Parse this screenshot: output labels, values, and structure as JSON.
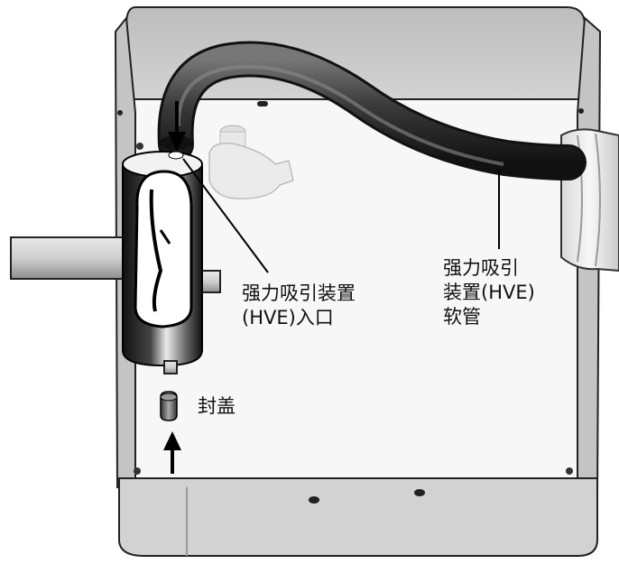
{
  "labels": {
    "hve_inlet": [
      "强力吸引装置",
      "(HVE)入口"
    ],
    "hve_hose": [
      "强力吸引",
      "装置(HVE)",
      "软管"
    ],
    "cap": "封盖"
  },
  "colors": {
    "tray_wall": "#c8c8c8",
    "tray_floor": "#f6f6f6",
    "hose": "#3c3c3c",
    "outline": "#222222"
  },
  "icons": {
    "arrow_down": "down-arrow-icon",
    "arrow_up": "up-arrow-icon"
  }
}
